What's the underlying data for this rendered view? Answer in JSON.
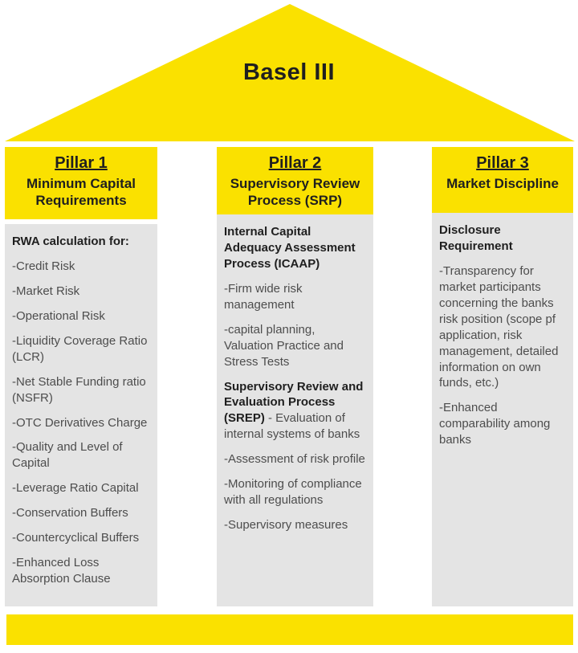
{
  "diagram": {
    "title": "Basel III",
    "colors": {
      "yellow": "#FAE100",
      "column_gray": "#E4E4E4",
      "heading_text": "#1F1F1F",
      "body_text": "#4D4D4D"
    },
    "pillars": [
      {
        "title": "Pillar 1",
        "subtitle": "Minimum Capital Requirements",
        "sections": [
          {
            "bold": "RWA calculation for:",
            "text": ""
          },
          {
            "bold": "",
            "text": "-Credit Risk"
          },
          {
            "bold": "",
            "text": "-Market Risk"
          },
          {
            "bold": "",
            "text": "-Operational Risk"
          },
          {
            "bold": "",
            "text": "-Liquidity Coverage Ratio (LCR)"
          },
          {
            "bold": "",
            "text": "-Net Stable Funding ratio (NSFR)"
          },
          {
            "bold": "",
            "text": "-OTC Derivatives Charge"
          },
          {
            "bold": "",
            "text": "-Quality and Level of Capital"
          },
          {
            "bold": "",
            "text": "-Leverage Ratio Capital"
          },
          {
            "bold": "",
            "text": "-Conservation Buffers"
          },
          {
            "bold": "",
            "text": "-Countercyclical Buffers"
          },
          {
            "bold": "",
            "text": "-Enhanced Loss Absorption Clause"
          }
        ]
      },
      {
        "title": "Pillar 2",
        "subtitle": "Supervisory Review Process (SRP)",
        "sections": [
          {
            "bold": "Internal Capital Adequacy Assessment Process (ICAAP)",
            "text": ""
          },
          {
            "bold": "",
            "text": "-Firm wide risk management"
          },
          {
            "bold": "",
            "text": "-capital planning, Valuation Practice and Stress Tests"
          },
          {
            "bold": "Supervisory Review and Evaluation Process (SREP)",
            "text": " - Evaluation of internal systems of banks"
          },
          {
            "bold": "",
            "text": "-Assessment of risk profile"
          },
          {
            "bold": "",
            "text": "-Monitoring of compliance with all regulations"
          },
          {
            "bold": "",
            "text": "-Supervisory measures"
          }
        ]
      },
      {
        "title": "Pillar 3",
        "subtitle": "Market Discipline",
        "sections": [
          {
            "bold": "Disclosure Requirement",
            "text": ""
          },
          {
            "bold": "",
            "text": "-Transparency for market participants concerning the banks risk position (scope pf application, risk management, detailed information on own funds, etc.)"
          },
          {
            "bold": "",
            "text": "-Enhanced comparability among banks"
          }
        ]
      }
    ]
  }
}
